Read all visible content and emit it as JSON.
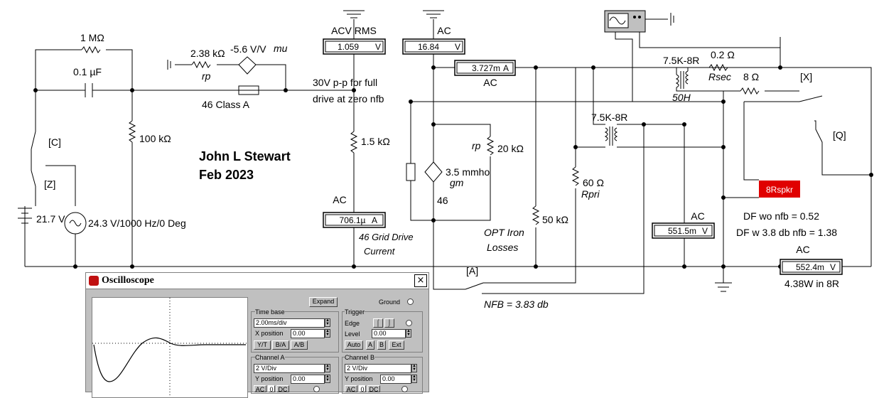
{
  "author": "John L Stewart",
  "date": "Feb 2023",
  "components": {
    "r_feedback": "1 MΩ",
    "c_coupling": "0.1 µF",
    "r_bias": "100 kΩ",
    "r_rp_mu": "2.38 kΩ",
    "rp_label": "rp",
    "mu_gain": "-5.6 V/V",
    "mu_label": "mu",
    "stage_label": "46 Class A",
    "battery": "21.7 V",
    "source": "24.3 V/1000 Hz/0 Deg",
    "switch_c": "[C]",
    "switch_z": "[Z]",
    "r_grid": "1.5 kΩ",
    "r_rp": "20 kΩ",
    "rp_label2": "rp",
    "gm_value": "3.5 mmho",
    "gm_label": "gm",
    "tube": "46",
    "r_iron": "50 kΩ",
    "iron_label_1": "OPT Iron",
    "iron_label_2": "Losses",
    "opt1": "7.5K-8R",
    "opt1_inductance": "50H",
    "opt2": "7.5K-8R",
    "r_pri": "60 Ω",
    "rpri_label": "Rpri",
    "r_sec": "0.2 Ω",
    "rsec_label": "Rsec",
    "r_load": "8 Ω",
    "switch_x": "[X]",
    "switch_q": "[Q]",
    "switch_a": "[A]",
    "speaker": "8Rspkr",
    "note_drive_1": "30V p-p for full",
    "note_drive_2": "drive at zero nfb",
    "grid_drive_1": "46 Grid Drive",
    "grid_drive_2": "Current",
    "df_wo": "DF wo nfb = 0.52",
    "df_w": "DF w 3.8 db nfb = 1.38",
    "nfb": "NFB = 3.83 db",
    "power": "4.38W in 8R",
    "ground_label": "Ground"
  },
  "meters": [
    {
      "label": "ACV RMS",
      "value": "1.059",
      "unit": "V"
    },
    {
      "label": "AC",
      "value": "16.84",
      "unit": "V"
    },
    {
      "label": "AC",
      "value": "3.727m",
      "unit": "A"
    },
    {
      "label": "AC",
      "value": "706.1µ",
      "unit": "A"
    },
    {
      "label": "AC",
      "value": "551.5m",
      "unit": "V"
    },
    {
      "label": "AC",
      "value": "552.4m",
      "unit": "V"
    }
  ],
  "oscilloscope": {
    "title": "Oscilloscope",
    "close": "×",
    "expand": "Expand",
    "ground": "Ground",
    "timebase": {
      "group": "Time base",
      "value": "2.00ms/div",
      "xpos_label": "X position",
      "xpos": "0.00",
      "modes": [
        "Y/T",
        "B/A",
        "A/B"
      ]
    },
    "trigger": {
      "group": "Trigger",
      "edge_label": "Edge",
      "level_label": "Level",
      "level": "0.00",
      "sources": [
        "Auto",
        "A",
        "B",
        "Ext"
      ]
    },
    "channel_a": {
      "group": "Channel A",
      "scale": "2 V/Div",
      "ypos_label": "Y position",
      "ypos": "0.00",
      "coupling": [
        "AC",
        "0",
        "DC"
      ]
    },
    "channel_b": {
      "group": "Channel B",
      "scale": "2 V/Div",
      "ypos_label": "Y position",
      "ypos": "0.00",
      "coupling": [
        "AC",
        "0",
        "DC"
      ]
    }
  },
  "colors": {
    "speaker": "#e00000",
    "window_face": "#c0c0c0",
    "wire": "#000000"
  }
}
